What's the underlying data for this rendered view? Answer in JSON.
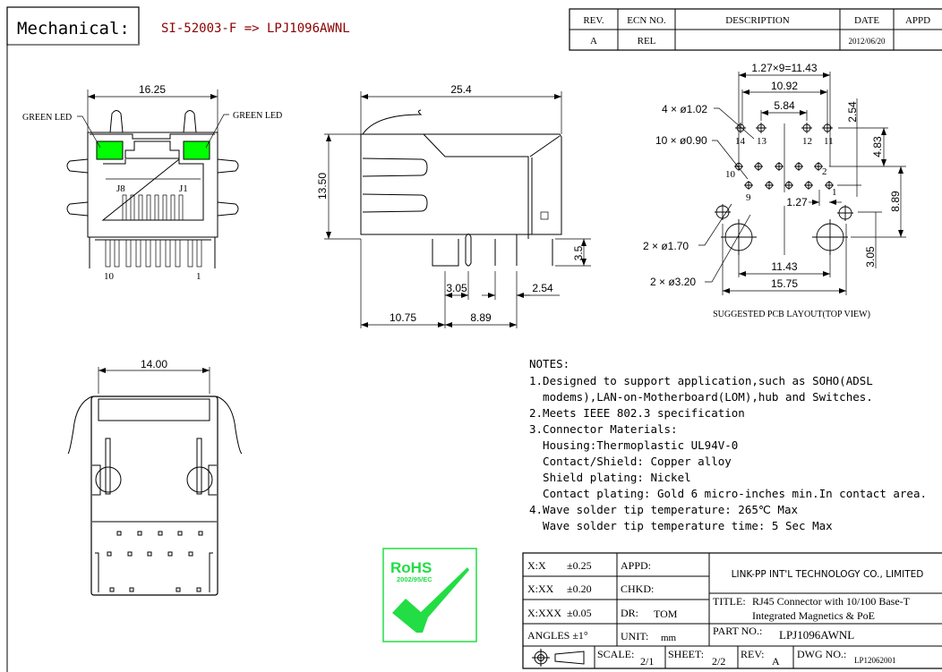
{
  "header": {
    "label": "Mechanical:",
    "model": "SI-52003-F => LPJ1096AWNL",
    "model_color": "#8b0000"
  },
  "revision_table": {
    "headers": [
      "REV.",
      "ECN NO.",
      "DESCRIPTION",
      "DATE",
      "APPD"
    ],
    "row": [
      "A",
      "REL",
      "",
      "2012/06/20",
      ""
    ]
  },
  "front_view": {
    "width_dim": "16.25",
    "led_left": "GREEN LED",
    "led_right": "GREEN LED",
    "led_color": "#00ff00",
    "j8": "J8",
    "j1": "J1",
    "pin_left": "10",
    "pin_right": "1"
  },
  "side_view": {
    "length_dim": "25.4",
    "height_dim": "13.50",
    "pin_len_dim": "3.5",
    "dim_305": "3.05",
    "dim_254": "2.54",
    "dim_1075": "10.75",
    "dim_889": "8.89"
  },
  "bottom_view": {
    "width_dim": "14.00"
  },
  "pcb_layout": {
    "dim_pitch": "1.27×9=11.43",
    "dim_1092": "10.92",
    "dim_584": "5.84",
    "dim_254": "2.54",
    "dim_483": "4.83",
    "dim_889": "8.89",
    "dim_127": "1.27",
    "dim_305": "3.05",
    "dim_1143": "11.43",
    "dim_1575": "15.75",
    "callout_102": "4 × ø1.02",
    "callout_090": "10 × ø0.90",
    "callout_170": "2 × ø1.70",
    "callout_320": "2 × ø3.20",
    "pins": [
      "14",
      "13",
      "12",
      "11",
      "10",
      "2",
      "9",
      "1"
    ],
    "caption": "SUGGESTED PCB LAYOUT(TOP VIEW)"
  },
  "notes": {
    "title": "NOTES:",
    "lines": [
      "1.Designed to support application,such as SOHO(ADSL",
      "  modems),LAN-on-Motherboard(LOM),hub and Switches.",
      "2.Meets IEEE 802.3 specification",
      "3.Connector Materials:",
      "  Housing:Thermoplastic UL94V-0",
      "  Contact/Shield: Copper alloy",
      "  Shield plating: Nickel",
      "  Contact plating: Gold 6 micro-inches min.In contact area.",
      "4.Wave solder tip temperature: 265℃ Max",
      "  Wave solder tip temperature time: 5 Sec Max"
    ]
  },
  "rohs": {
    "label": "RoHS",
    "directive": "2002/95/EC",
    "color": "#22dd44"
  },
  "title_block": {
    "tol_x": "X:X",
    "tol_x_val": "±0.25",
    "tol_xx": "X:XX",
    "tol_xx_val": "±0.20",
    "tol_xxx": "X:XXX",
    "tol_xxx_val": "±0.05",
    "angles": "ANGLES ±1°",
    "appd": "APPD:",
    "chkd": "CHKD:",
    "dr": "DR:",
    "dr_val": "TOM",
    "unit": "UNIT:",
    "unit_val": "mm",
    "company": "LINK-PP INT'L TECHNOLOGY CO., LIMITED",
    "title_label": "TITLE:",
    "title_line1": "RJ45 Connector with 10/100 Base-T",
    "title_line2": "Integrated Magnetics & PoE",
    "part_label": "PART NO.:",
    "part_no": "LPJ1096AWNL",
    "scale_label": "SCALE:",
    "scale": "2/1",
    "sheet_label": "SHEET:",
    "sheet": "2/2",
    "rev_label": "REV:",
    "rev": "A",
    "dwg_label": "DWG NO.:",
    "dwg_no": "LP12062001"
  }
}
